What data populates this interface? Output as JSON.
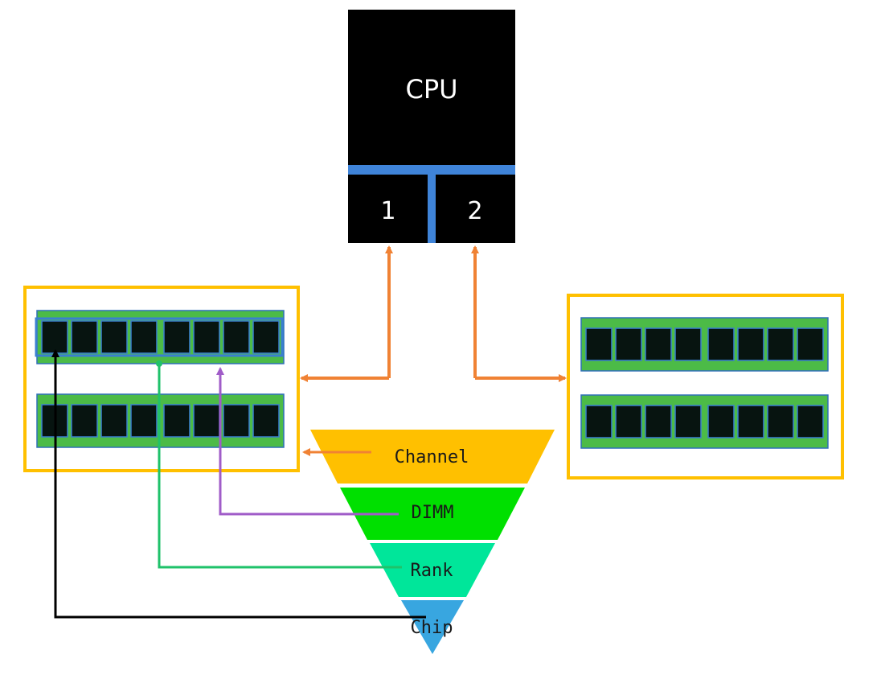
{
  "cpu": {
    "label": "CPU",
    "ports": [
      "1",
      "2"
    ]
  },
  "hierarchy": {
    "levels": [
      {
        "label": "Channel",
        "color": "#ffc000"
      },
      {
        "label": "DIMM",
        "color": "#00e000"
      },
      {
        "label": "Rank",
        "color": "#00e69a"
      },
      {
        "label": "Chip",
        "color": "#38a6e0"
      }
    ]
  },
  "colors": {
    "cpu": "#000000",
    "bus": "#3f84d9",
    "channel_box": "#ffc000",
    "dimm_board": "#4cbb47",
    "chip": "#071410",
    "chip_border": "#3a7fd0",
    "arrow_channel": "#f08234",
    "arrow_dimm": "#a05cc8",
    "arrow_rank": "#1fc26a",
    "arrow_chip": "#000000"
  },
  "channels": [
    {
      "dimms": 2,
      "chips_per_dimm": 8
    },
    {
      "dimms": 2,
      "chips_per_dimm": 8
    }
  ]
}
